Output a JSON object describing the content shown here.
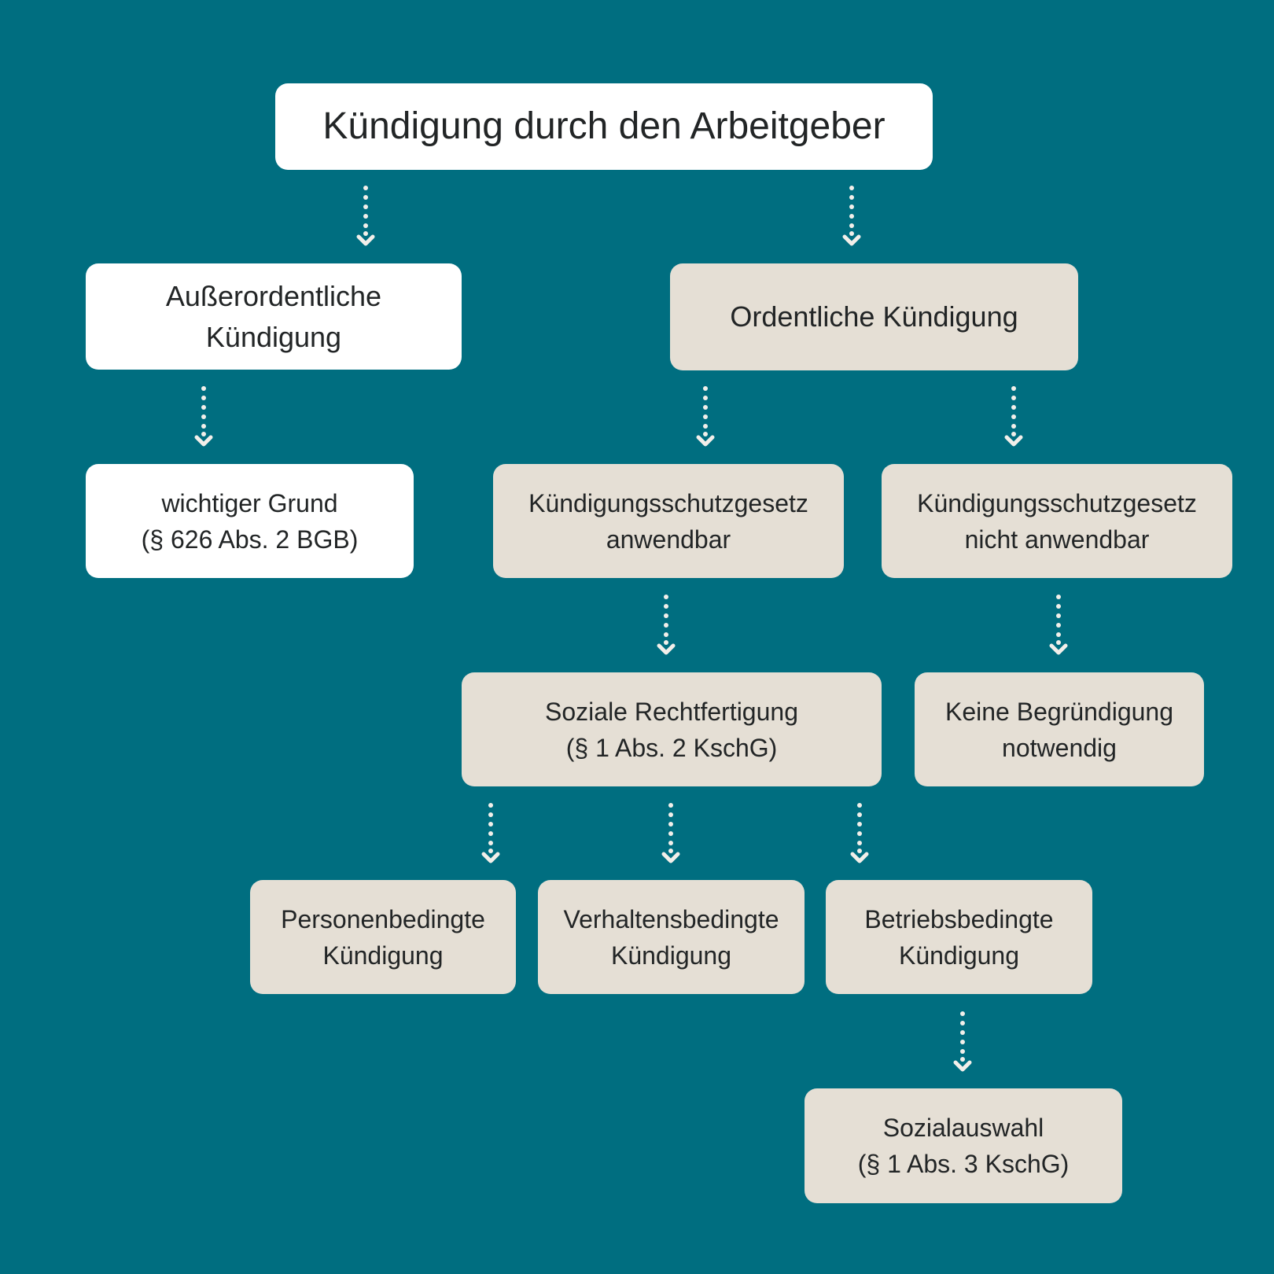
{
  "colors": {
    "background": "#006E80",
    "white_box": "#FFFFFF",
    "beige_box": "#E5DFD5",
    "text": "#222526",
    "arrow": "#F2EFEA"
  },
  "nodes": {
    "root": "Kündigung durch den Arbeitgeber",
    "ausserordentlich": "Außerordentliche\nKündigung",
    "ordentlich": "Ordentliche Kündigung",
    "wichtiger_grund": "wichtiger Grund\n(§ 626 Abs. 2 BGB)",
    "kschg_anwendbar": "Kündigungsschutzgesetz\nanwendbar",
    "kschg_nicht_anwendbar": "Kündigungsschutzgesetz\nnicht anwendbar",
    "soziale_rechtfertigung": "Soziale Rechtfertigung\n(§ 1 Abs. 2 KschG)",
    "keine_begruendung": "Keine Begründigung\nnotwendig",
    "personenbedingt": "Personenbedingte\nKündigung",
    "verhaltensbedingt": "Verhaltensbedingte\nKündigung",
    "betriebsbedingt": "Betriebsbedingte\nKündigung",
    "sozialauswahl": "Sozialauswahl\n(§ 1 Abs. 3 KschG)"
  },
  "edges": [
    {
      "from": "root",
      "to": "ausserordentlich",
      "icon": "dotted-arrow-down-icon"
    },
    {
      "from": "root",
      "to": "ordentlich",
      "icon": "dotted-arrow-down-icon"
    },
    {
      "from": "ausserordentlich",
      "to": "wichtiger_grund",
      "icon": "dotted-arrow-down-icon"
    },
    {
      "from": "ordentlich",
      "to": "kschg_anwendbar",
      "icon": "dotted-arrow-down-icon"
    },
    {
      "from": "ordentlich",
      "to": "kschg_nicht_anwendbar",
      "icon": "dotted-arrow-down-icon"
    },
    {
      "from": "kschg_anwendbar",
      "to": "soziale_rechtfertigung",
      "icon": "dotted-arrow-down-icon"
    },
    {
      "from": "kschg_nicht_anwendbar",
      "to": "keine_begruendung",
      "icon": "dotted-arrow-down-icon"
    },
    {
      "from": "soziale_rechtfertigung",
      "to": "personenbedingt",
      "icon": "dotted-arrow-down-icon"
    },
    {
      "from": "soziale_rechtfertigung",
      "to": "verhaltensbedingt",
      "icon": "dotted-arrow-down-icon"
    },
    {
      "from": "soziale_rechtfertigung",
      "to": "betriebsbedingt",
      "icon": "dotted-arrow-down-icon"
    },
    {
      "from": "betriebsbedingt",
      "to": "sozialauswahl",
      "icon": "dotted-arrow-down-icon"
    }
  ]
}
